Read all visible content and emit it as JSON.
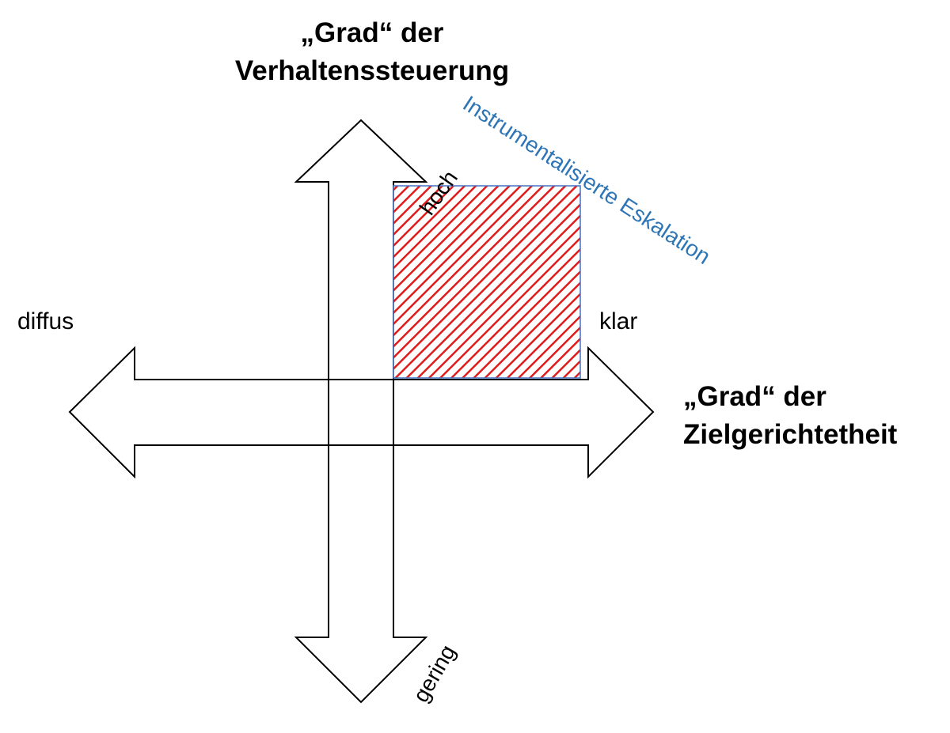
{
  "vertical_axis": {
    "title_line1": "„Grad“ der",
    "title_line2": "Verhaltenssteuerung",
    "high_label": "hoch",
    "low_label": "gering"
  },
  "horizontal_axis": {
    "title_line1": "„Grad“ der",
    "title_line2": "Zielgerichtetheit",
    "left_label": "diffus",
    "right_label": "klar"
  },
  "quadrant": {
    "label": "Instrumentalisierte Eskalation",
    "label_color": "#2e75b6",
    "hatch_color": "#e01b1b",
    "hatch_background": "#ffffff"
  },
  "colors": {
    "stroke": "#000000",
    "text": "#000000"
  }
}
